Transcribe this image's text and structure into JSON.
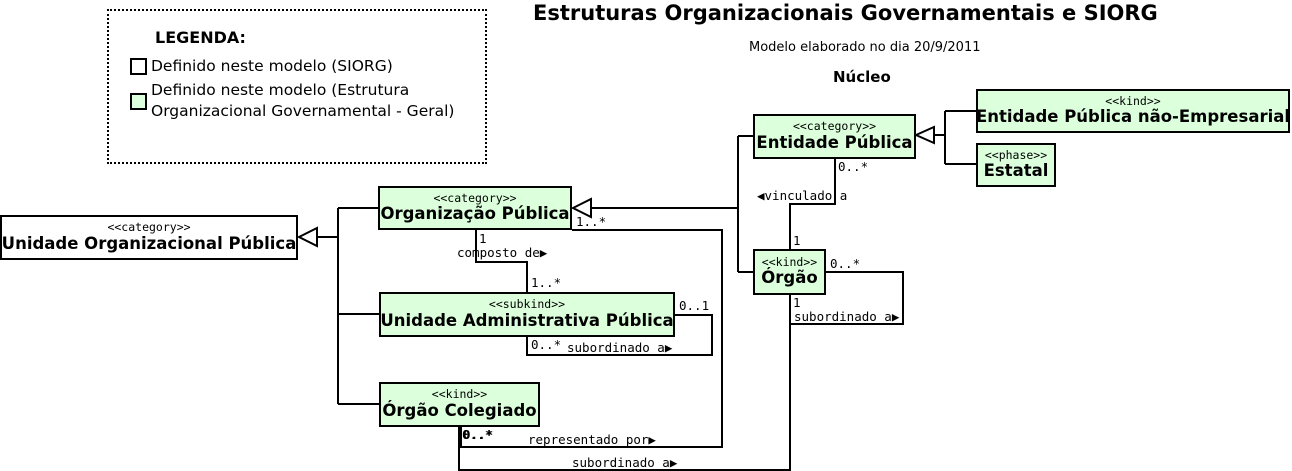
{
  "title": "Estruturas Organizacionais Governamentais e SIORG",
  "subtitle": "Modelo elaborado no dia 20/9/2011",
  "nucleo_label": "Núcleo",
  "legend": {
    "title": "LEGENDA:",
    "items": [
      {
        "text": "Definido neste modelo (SIORG)",
        "color": "#ffffff"
      },
      {
        "text_line1": "Definido neste modelo (Estrutura",
        "text_line2": "Organizacional Governamental - Geral)",
        "color": "#dcffdc"
      }
    ]
  },
  "colors": {
    "green_fill": "#dcffdc",
    "white_fill": "#ffffff",
    "stroke": "#000000"
  },
  "classes": {
    "unidade_org_publica": {
      "stereotype": "<<category>>",
      "name": "Unidade Organizacional Pública"
    },
    "organizacao_publica": {
      "stereotype": "<<category>>",
      "name": "Organização Pública"
    },
    "unidade_admin_publica": {
      "stereotype": "<<subkind>>",
      "name": "Unidade Administrativa Pública"
    },
    "orgao_colegiado": {
      "stereotype": "<<kind>>",
      "name": "Órgão Colegiado"
    },
    "entidade_publica": {
      "stereotype": "<<category>>",
      "name": "Entidade Pública"
    },
    "orgao": {
      "stereotype": "<<kind>>",
      "name": "Órgão"
    },
    "entidade_nao_empresarial": {
      "stereotype": "<<kind>>",
      "name": "Entidade Pública não-Empresarial"
    },
    "estatal": {
      "stereotype": "<<phase>>",
      "name": "Estatal"
    }
  },
  "associations": {
    "composto_de": {
      "label": "composto de▶",
      "source_mult": "1",
      "target_mult": "1..*"
    },
    "subordinado_uap": {
      "label": "subordinado a▶",
      "source_mult": "0..*",
      "target_mult": "0..1"
    },
    "vinculado_a": {
      "label": "◀vinculado a",
      "source_mult": "0..*",
      "target_mult": "1"
    },
    "subordinado_orgao": {
      "label": "subordinado a▶",
      "source_mult": "0..*",
      "target_mult": "1"
    },
    "representado_por": {
      "label": "representado por▶",
      "source_mult": "0..*",
      "target_mult": "1..*"
    },
    "subordinado_colegiado": {
      "label": "subordinado a▶",
      "source_mult": "0..*"
    }
  }
}
